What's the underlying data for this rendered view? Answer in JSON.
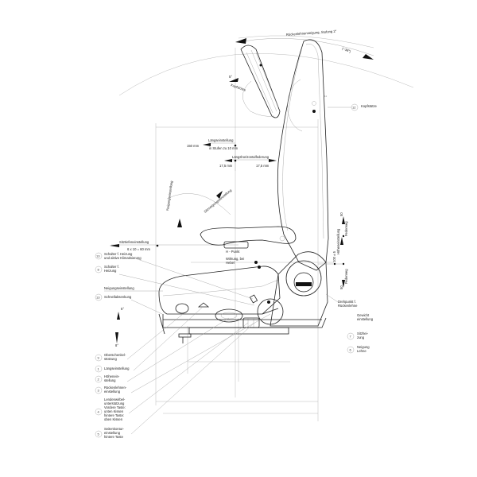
{
  "top": {
    "backrest_tilt": "Rückenlehnenneigung, Stufung 2°",
    "angle": "(~38°)",
    "headrest_angle": "5°",
    "headrest": "Kopfstütze"
  },
  "fore_aft": {
    "title": "Längseinstellung",
    "range": "150 mm",
    "steps": "in Stufen zu 10 mm"
  },
  "horizontal_suspension": {
    "title": "Längshorizontalfederung",
    "left": "17,5 mm",
    "right": "17,5 mm"
  },
  "tilt": {
    "left": "Neigungseinstellung",
    "seat": "Sitzneigungseinstellung"
  },
  "depth": {
    "title": "Sitztiefeneinstellung",
    "range": "6 x 10 = 60 mm"
  },
  "left_labels": [
    {
      "num": "13",
      "text": "Schalter f. Heizung",
      "text2": "und aktive Klimatisierung"
    },
    {
      "num": "8",
      "text": "Schalter f.",
      "text2": "Heizung"
    },
    {
      "num": "",
      "text": "Neigungseinstellung",
      "text2": ""
    },
    {
      "num": "13",
      "text": "Schnellabsenkung",
      "text2": ""
    }
  ],
  "lower_labels": [
    {
      "num": "9",
      "lines": [
        "Oberschenkel-",
        "stützung"
      ]
    },
    {
      "num": "1",
      "lines": [
        "Längseinstellung"
      ]
    },
    {
      "num": "2",
      "lines": [
        "Höhenein-",
        "stellung"
      ]
    },
    {
      "num": "3",
      "lines": [
        "Rückenlehnen-",
        "einstellung"
      ]
    },
    {
      "num": "4",
      "lines": [
        "Lendenwirbel-",
        "unterstützung",
        "Vordere Taste:",
        "unten Kissen",
        "hintere Taste:",
        "oben Kissen"
      ]
    },
    {
      "num": "5",
      "lines": [
        "Seitenkontur-",
        "einstellung",
        "hintere Taste"
      ]
    }
  ],
  "right": {
    "height": "Höheneinstellung",
    "height_value": "100 ± 5",
    "travel_top": "Federweg",
    "travel_bottom": "Federweg",
    "travel_top_val": "50",
    "travel_bottom_val": "50",
    "pivot": [
      "Drehpunkt f.",
      "Rückenlehne"
    ],
    "weight": [
      "Gewicht",
      "einstellung"
    ],
    "label7": {
      "num": "7",
      "lines": [
        "Sitzhei-",
        "zung"
      ]
    },
    "label6": {
      "num": "6",
      "lines": [
        "Neigung",
        "Lehne"
      ]
    },
    "label12": {
      "num": "12",
      "text": "Kopfstütze"
    }
  },
  "center": {
    "h_point": "H - Punkt",
    "lever": [
      "Wirkung, bei",
      "Hebel"
    ],
    "angle_left": "5°",
    "angle_bottom": "8°"
  }
}
